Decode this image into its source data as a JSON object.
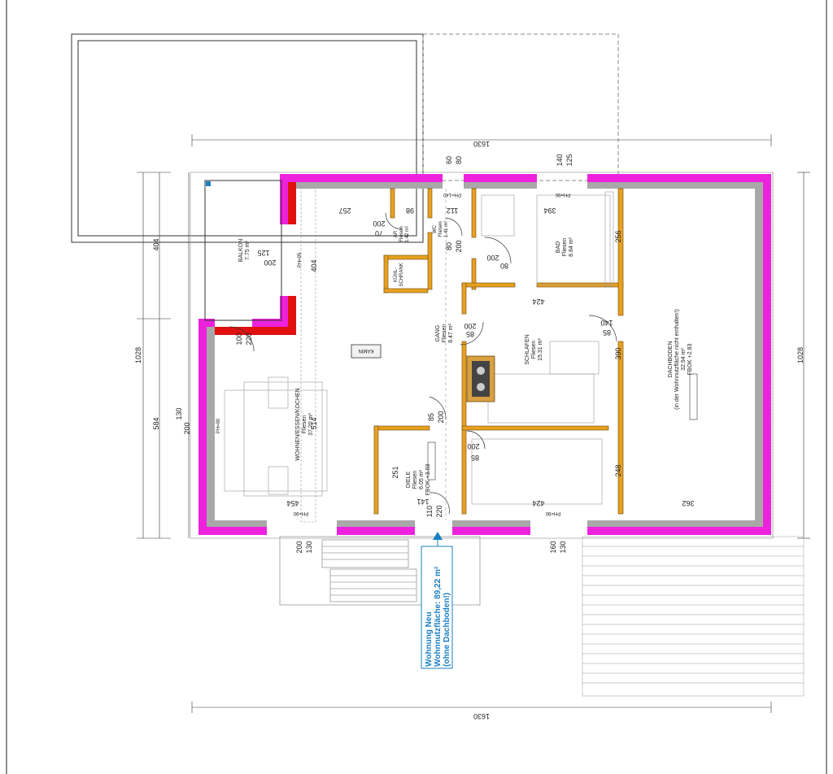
{
  "plan": {
    "dims": {
      "top_total": "1630",
      "bottom_total": "1630",
      "left_height": "1028",
      "right_height": "1028",
      "left_404": "404",
      "left_584": "584",
      "win_60": "60",
      "win_80": "80",
      "win_140": "140",
      "win_125": "125",
      "d_257": "257",
      "d_98": "98",
      "d_112": "112",
      "d_394": "394",
      "d_256": "256",
      "d_424a": "424",
      "d_424b": "424",
      "d_390": "390",
      "d_248": "248",
      "d_362": "362",
      "d_454": "454",
      "d_514": "514",
      "d_251": "251",
      "d_141": "141",
      "d_404b": "404",
      "bottom_200": "200",
      "bottom_130": "130",
      "bottom_160": "160",
      "bottom_130b": "130",
      "left_130": "130",
      "left_200": "200"
    },
    "parapets": {
      "ph95": "PH=95",
      "ph90_left": "PH=90",
      "ph140": "PH=140",
      "ph90_bad": "PH=90",
      "ph90_bottom1": "PH=90",
      "ph90_bottom2": "PH=90"
    },
    "doors": {
      "balkon_w": "100",
      "balkon_h": "220",
      "wc_w": "80",
      "wc_h": "200",
      "ar_w": "70",
      "ar_h": "200",
      "bad_w": "80",
      "bad_h": "200",
      "gang_w": "85",
      "gang_h": "200",
      "schl_w": "85",
      "schl_h": "200",
      "dach_w": "85",
      "dach_h": "140",
      "diele_w": "85",
      "diele_h": "200",
      "entry_w": "110",
      "entry_h": "220",
      "bottom_w": "85",
      "bottom_h": "200",
      "bal_win_w": "125",
      "bal_win_h": "200"
    },
    "rooms": {
      "balkon": {
        "name": "BALKON",
        "area": "7.75 m²"
      },
      "wohnen": {
        "name": "WOHNEN/ESSEN/KOCHEN",
        "floor": "Fliesen",
        "area": "37.20 m²"
      },
      "ar": {
        "name": "AR",
        "floor": "Fliesen",
        "area": "1.42 m²"
      },
      "wc": {
        "name": "WC",
        "floor": "Fliesen",
        "area": "1.41 m²"
      },
      "bad": {
        "name": "BAD",
        "floor": "Fliesen",
        "area": "8.84 m²"
      },
      "gang": {
        "name": "GANG",
        "floor": "Fliesen",
        "area": "8.47 m²"
      },
      "schlafen": {
        "name": "SCHLAFEN",
        "floor": "Fliesen",
        "area": "15.31 m²"
      },
      "diele": {
        "name": "DIELE",
        "floor": "Fliesen",
        "area": "6.05 m²",
        "fbok": "FBOK +3.03"
      },
      "dachboden": {
        "name": "DACHBODEN",
        "note": "(in der Wohnnutzfläche nicht enthalten!)",
        "area": "32.94 m²",
        "fbok": "FBOK +2.83"
      }
    },
    "labels": {
      "kuehl1": "KÜHL-",
      "kuehl2": "SCHRANK",
      "kamin": "KAMIN"
    },
    "summary": {
      "line1": "Wohnung Neu",
      "line2": "Wohnnutzfläche: 89,22 m²",
      "line3": "(ohne Dachboden!)"
    },
    "colors": {
      "exterior_wall": "#ee22dd",
      "grey_wall": "#a8a8a8",
      "interior_wall": "#e8a020",
      "red_wall": "#e01010",
      "summary_text": "#1a7fc4"
    }
  }
}
